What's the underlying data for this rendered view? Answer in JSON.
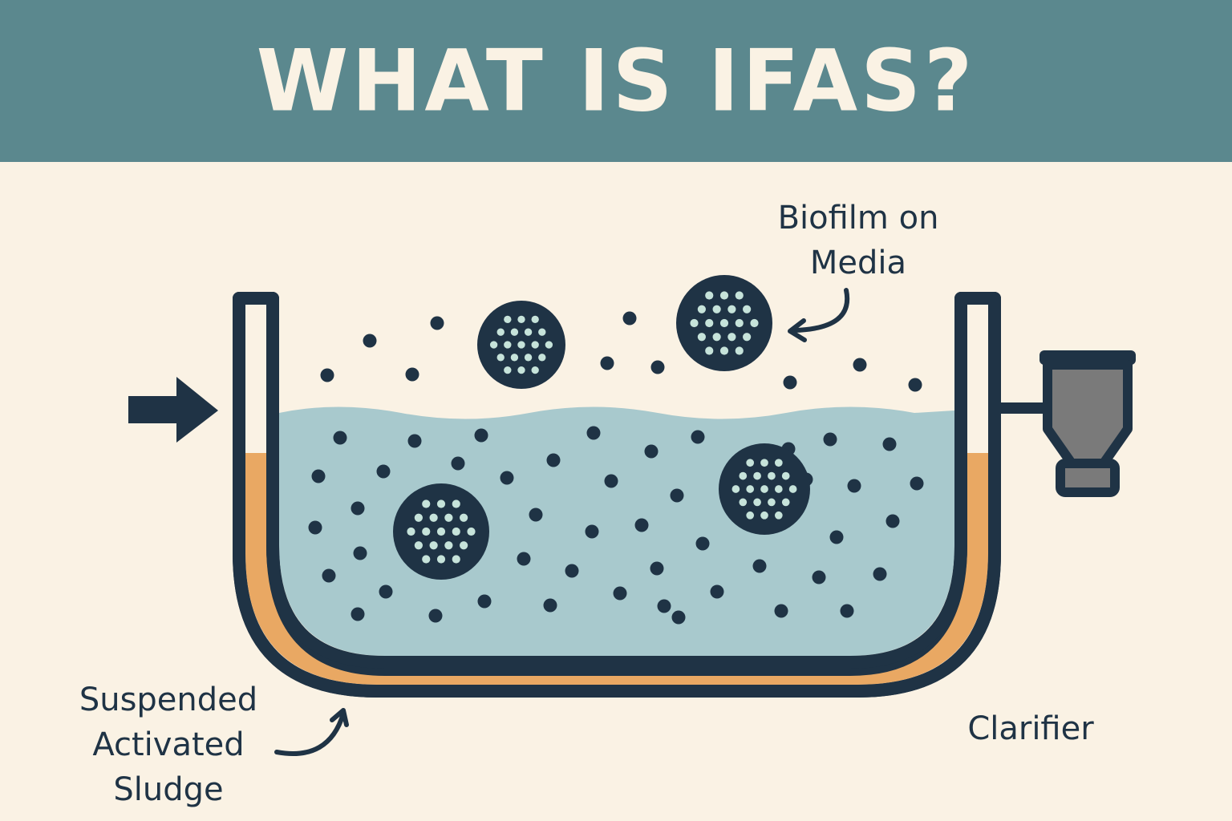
{
  "title": "WHAT IS IFAS?",
  "labels": {
    "biofilm": [
      "Biofilm on",
      "Media"
    ],
    "sludge": [
      "Suspended",
      "Activated",
      "Sludge"
    ],
    "clarifier": "Clarifier"
  },
  "colors": {
    "header": "#5b888e",
    "background": "#faf2e4",
    "outline": "#1f3345",
    "water": "#a8c9cd",
    "sludge": "#e9a863",
    "media_dots": "#c6e3da",
    "clarifier": "#7a7a7a"
  },
  "icons": [
    "inflow-arrow-icon",
    "biofilm-media-carrier-icon",
    "clarifier-icon",
    "curved-pointer-arrow-icon"
  ]
}
